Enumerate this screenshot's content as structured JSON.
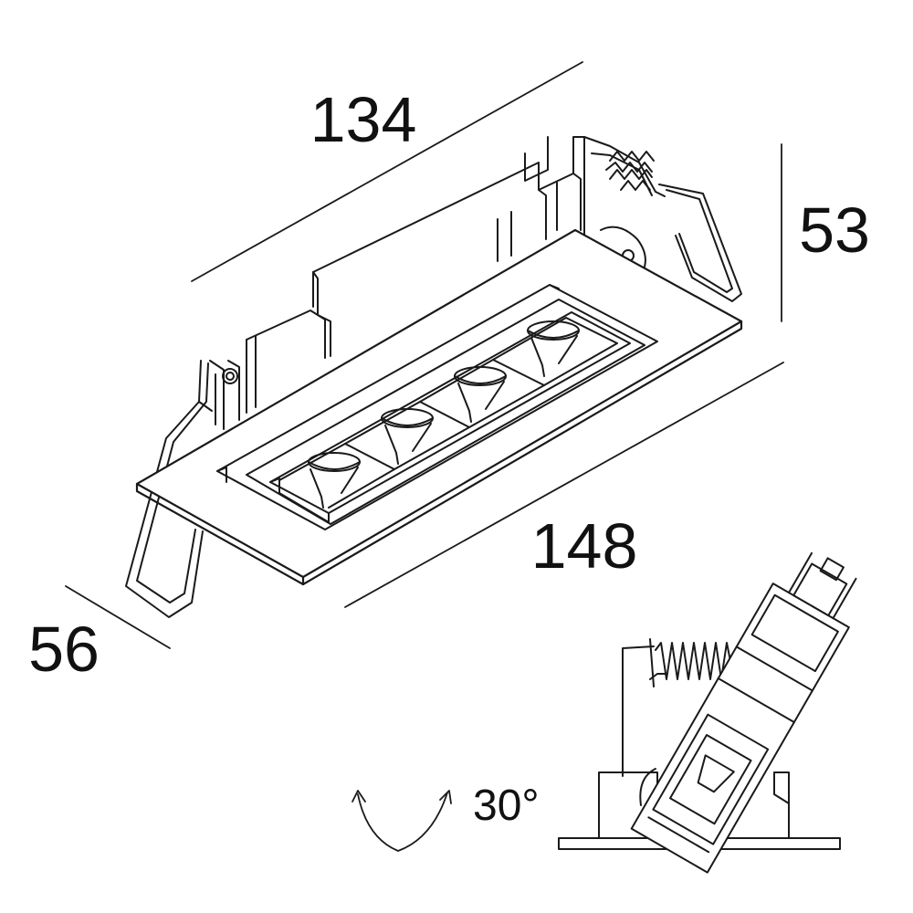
{
  "dimensions": {
    "length_top": "134",
    "length_bottom": "148",
    "height": "53",
    "depth": "56"
  },
  "tilt": {
    "angle_label": "30°"
  },
  "colors": {
    "line": "#1a1a1a",
    "background": "#ffffff"
  }
}
